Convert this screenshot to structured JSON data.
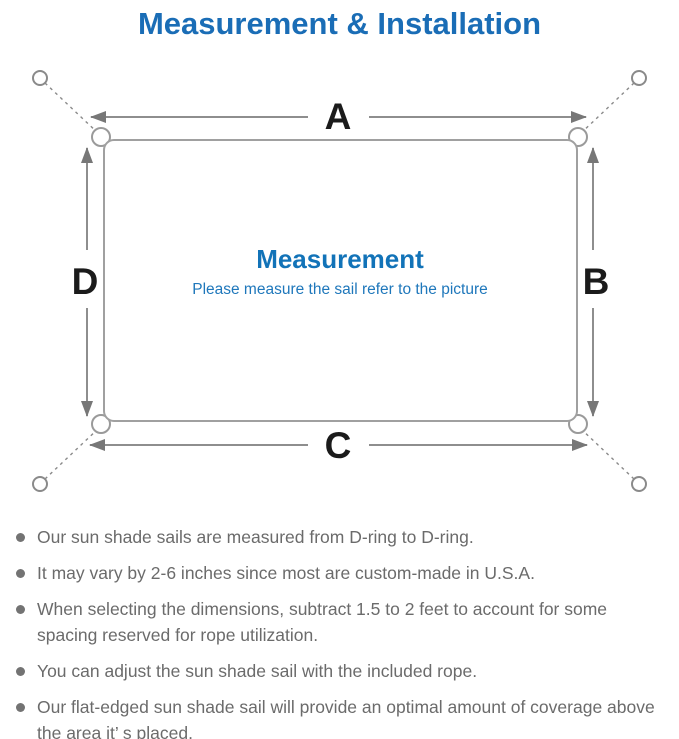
{
  "title": "Measurement & Installation",
  "colors": {
    "title_blue": "#1a6db6",
    "center_blue": "#1273b8",
    "line_gray": "#8e8e8e",
    "note_text_gray": "#6b6b6b",
    "dim_label_black": "#1b1b1b"
  },
  "icons": {
    "anchor_point": "small-open-circle",
    "d_ring": "corner-ring",
    "bullet": "filled-gray-circle",
    "arrows": "double-headed-dimension-arrows"
  },
  "diagram": {
    "labels": {
      "top": "A",
      "right": "B",
      "bottom": "C",
      "left": "D"
    },
    "center_title": "Measurement",
    "center_subtitle": "Please measure the sail refer to the picture"
  },
  "notes": {
    "items": [
      "Our sun shade sails are measured from D-ring to D-ring.",
      "It may vary by 2-6 inches since most are custom-made in U.S.A.",
      "When selecting the dimensions, subtract 1.5 to 2 feet to account for some spacing reserved for rope utilization.",
      "You can adjust the sun shade sail with the included rope.",
      "Our flat-edged sun shade sail will provide an optimal amount of coverage above the area it’ s placed."
    ]
  }
}
